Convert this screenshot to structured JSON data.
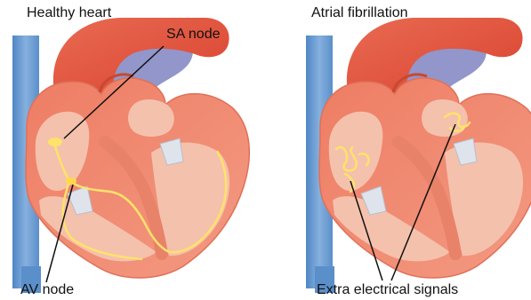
{
  "panels": [
    {
      "title": "Healthy heart"
    },
    {
      "title": "Atrial fibrillation"
    }
  ],
  "labels": {
    "sa_node": "SA node",
    "av_node": "AV node",
    "extra_signals": "Extra electrical signals"
  },
  "colors": {
    "vessel_blue": "#6f9fd0",
    "vein_purple": "#8f93c8",
    "aorta_red": "#e3553f",
    "myocardium": "#f08b74",
    "chamber": "#f3b8a3",
    "signal_yellow": "#ffe26a",
    "valve": "#dfe4ec"
  }
}
